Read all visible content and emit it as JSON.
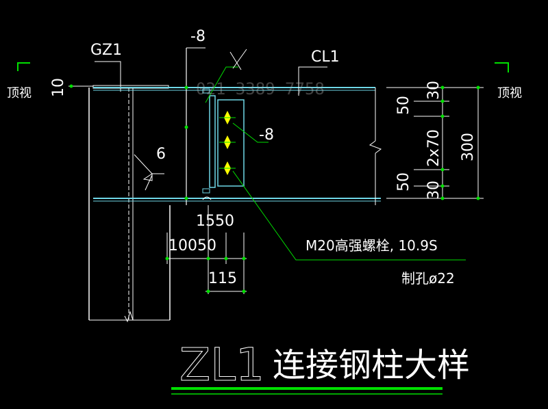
{
  "drawing": {
    "title": "ZL1",
    "title_cn": "连接钢柱大样",
    "labels": {
      "gz1": "GZ1",
      "cl1": "CL1",
      "plate_top": "-8",
      "plate_right": "-8",
      "weld": "6",
      "view_left": "顶视",
      "view_right": "顶视",
      "bolt_note": "M20高强螺栓, 10.9S",
      "hole_note": "制孔ø22",
      "watermark": "021 3389 7758"
    },
    "dims": {
      "left_10": "10",
      "d1550": "1550",
      "d10050": "10050",
      "d115": "115",
      "r30_top": "30",
      "r50_top": "50",
      "r2x70": "2x70",
      "r50_bot": "50",
      "r30_bot": "30",
      "r300": "300"
    },
    "colors": {
      "background": "#000000",
      "white": "#ffffff",
      "cyan": "#6fd8e8",
      "green": "#00e000",
      "yellow": "#ffff00"
    }
  }
}
